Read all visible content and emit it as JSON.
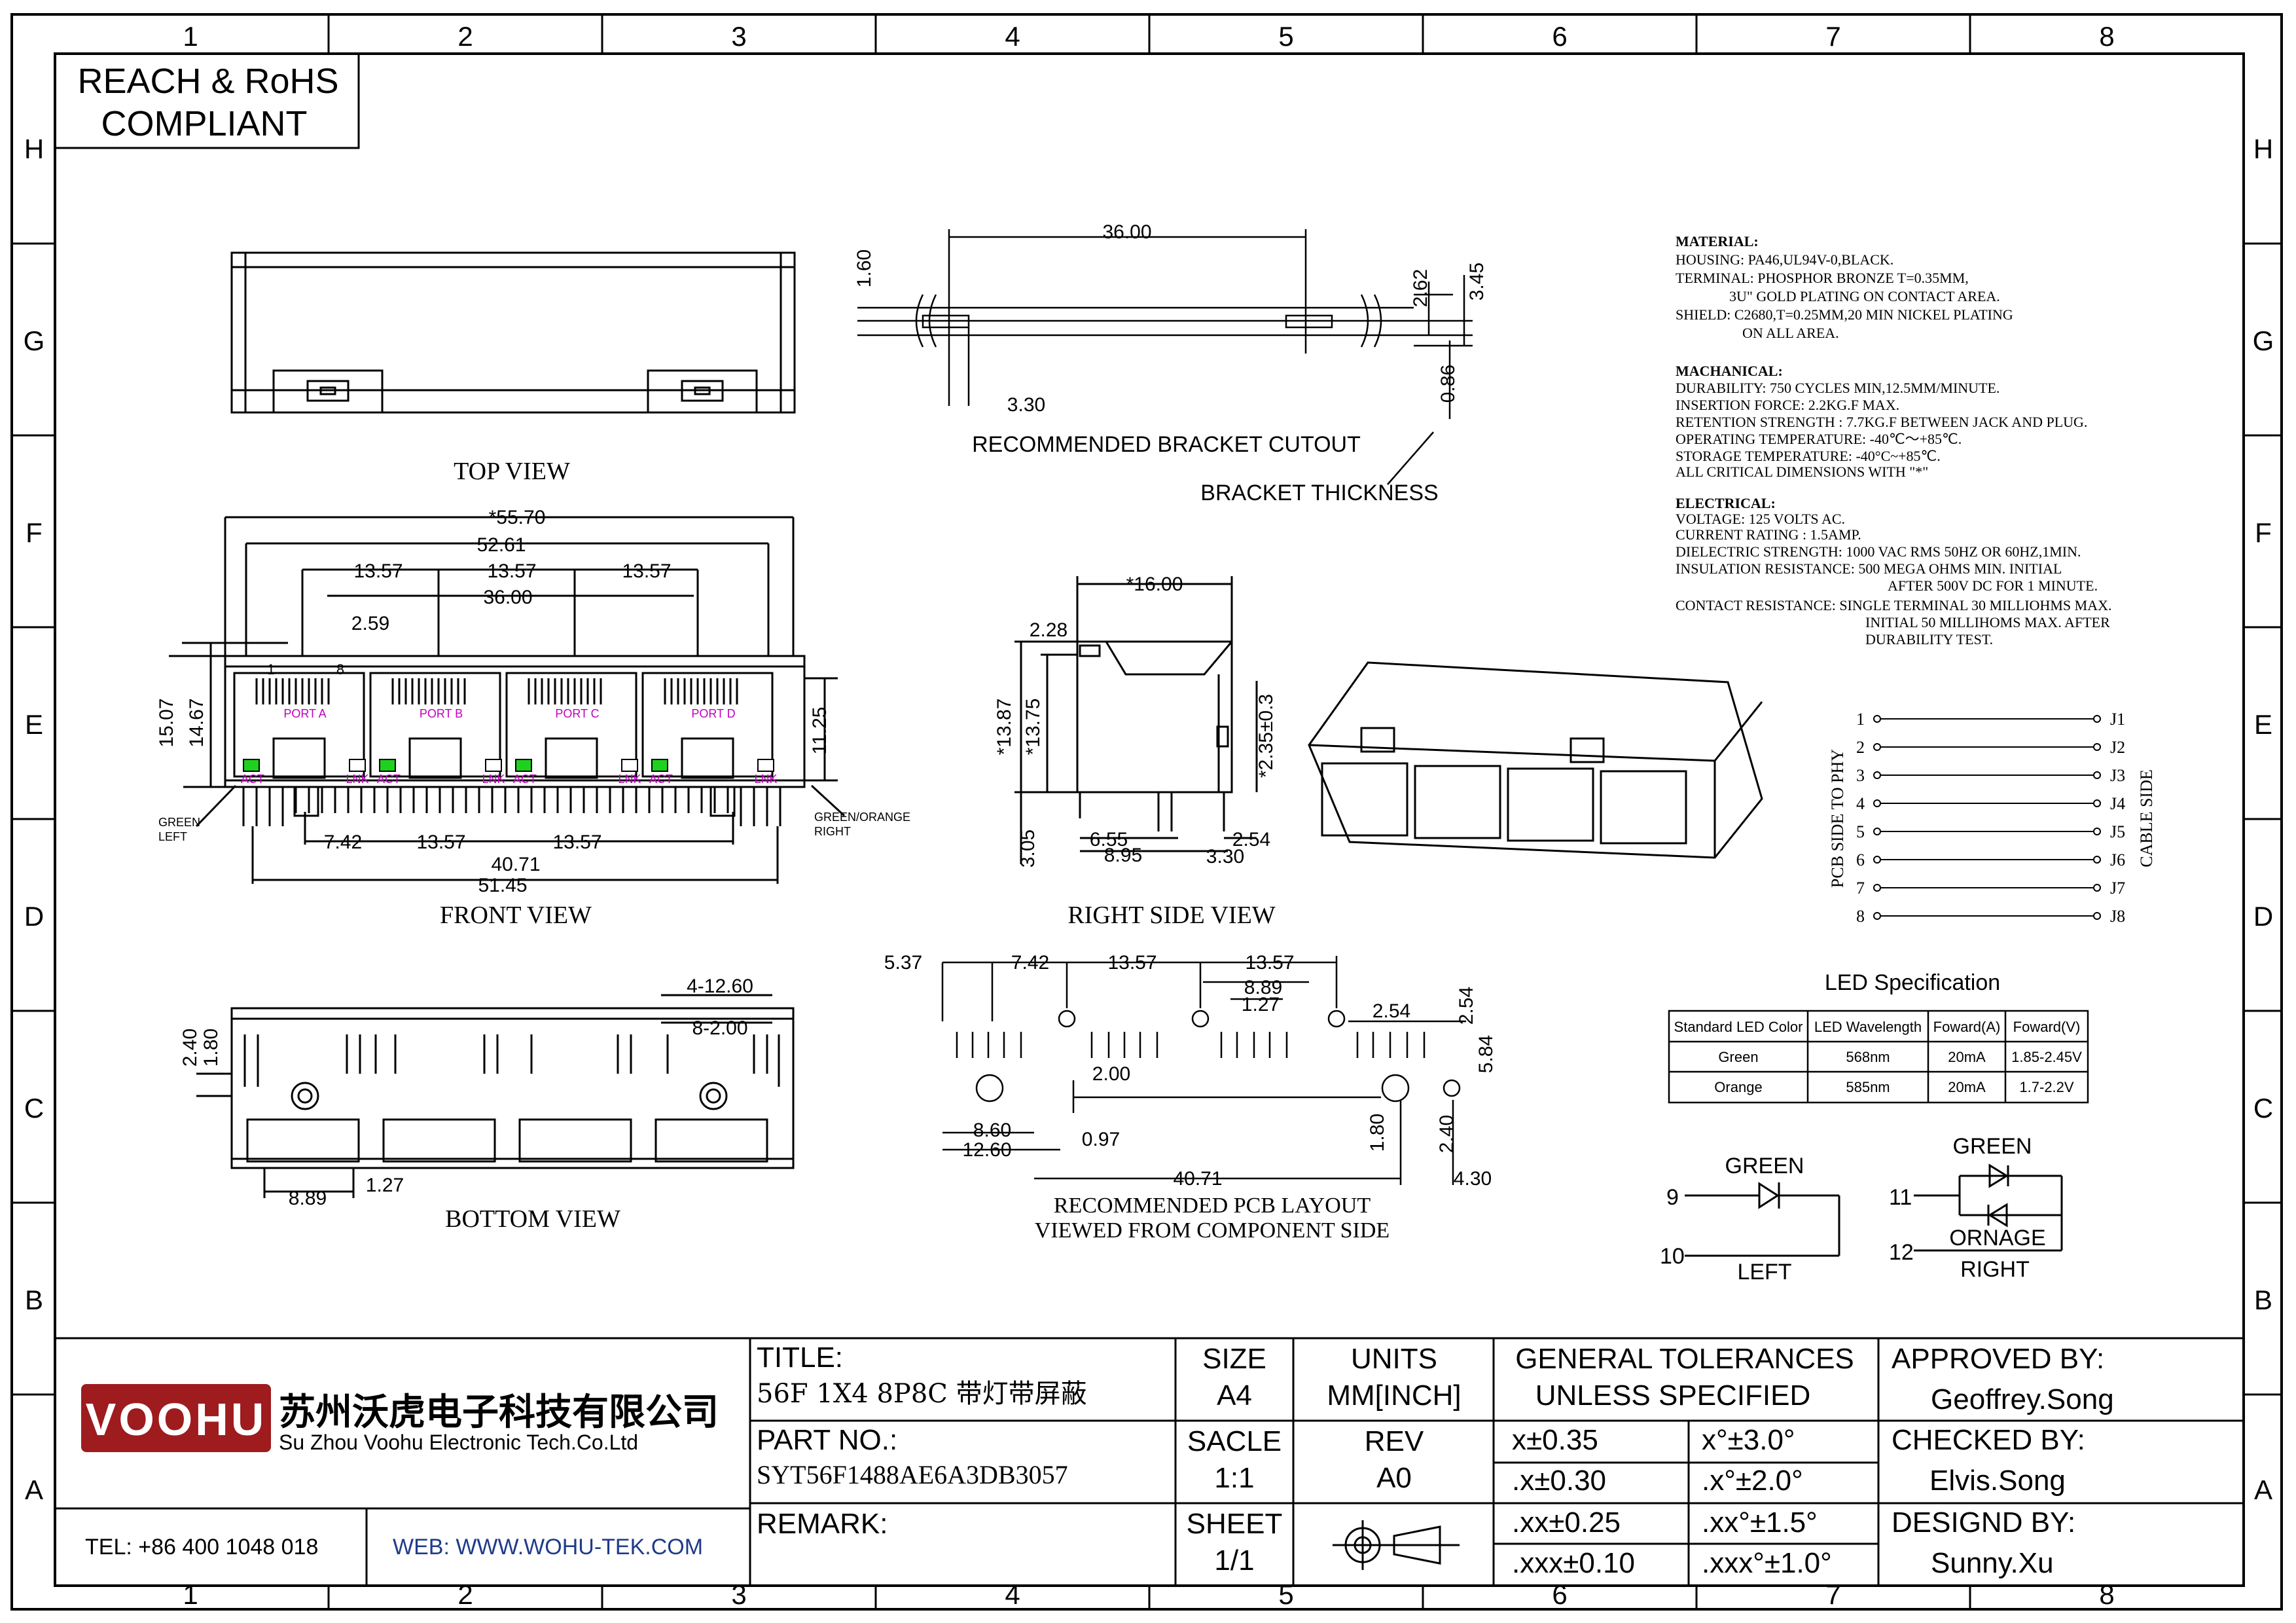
{
  "compliance": [
    "REACH & RoHS",
    "COMPLIANT"
  ],
  "grid": {
    "cols": [
      "1",
      "2",
      "3",
      "4",
      "5",
      "6",
      "7",
      "8"
    ],
    "rows": [
      "H",
      "G",
      "F",
      "E",
      "D",
      "C",
      "B",
      "A"
    ]
  },
  "views": {
    "top": "TOP VIEW",
    "front": "FRONT VIEW",
    "bottom": "BOTTOM VIEW",
    "right": "RIGHT SIDE VIEW",
    "bracket": "RECOMMENDED BRACKET CUTOUT",
    "bracket_thickness": "BRACKET THICKNESS",
    "pcb": [
      "RECOMMENDED PCB LAYOUT",
      "VIEWED FROM COMPONENT SIDE"
    ]
  },
  "dims": {
    "bracket": [
      "36.00",
      "1.60",
      "2.62",
      "3.45",
      "0.86",
      "3.30"
    ],
    "front": [
      "*55.70",
      "52.61",
      "13.57",
      "13.57",
      "13.57",
      "36.00",
      "2.59",
      "15.07",
      "14.67",
      "11.25",
      "7.42",
      "13.57",
      "13.57",
      "40.71",
      "51.45",
      "1",
      "8"
    ],
    "front_side": [
      "GREEN",
      "LEFT",
      "GREEN/ORANGE",
      "RIGHT"
    ],
    "port_labels": [
      "PORT A",
      "PORT B",
      "PORT C",
      "PORT D"
    ],
    "led_labels": [
      "ACT",
      "LNK"
    ],
    "right": [
      "*16.00",
      "2.28",
      "*13.87",
      "*13.75",
      "*2.35±0.3",
      "3.05",
      "6.55",
      "8.95",
      "3.30",
      "2.54"
    ],
    "bottom": [
      "4-12.60",
      "8-2.00",
      "2.40",
      "1.80",
      "8.89",
      "1.27"
    ],
    "pcb": [
      "5.37",
      "7.42",
      "13.57",
      "13.57",
      "8.89",
      "1.27",
      "2.54",
      "2.54",
      "5.84",
      "2.00",
      "8.60",
      "0.97",
      "12.60",
      "40.71",
      "4.30",
      "1.80",
      "2.40"
    ]
  },
  "material": {
    "title": "MATERIAL:",
    "lines": [
      "HOUSING: PA46,UL94V-0,BLACK.",
      "TERMINAL: PHOSPHOR BRONZE T=0.35MM,",
      "3U\" GOLD PLATING ON CONTACT AREA.",
      "SHIELD: C2680,T=0.25MM,20 MIN NICKEL PLATING",
      "ON ALL AREA."
    ]
  },
  "mechanical": {
    "title": "MACHANICAL:",
    "lines": [
      "DURABILITY: 750 CYCLES MIN,12.5MM/MINUTE.",
      "INSERTION FORCE: 2.2KG.F MAX.",
      "RETENTION STRENGTH : 7.7KG.F BETWEEN JACK AND PLUG.",
      "OPERATING TEMPERATURE: -40℃～+85℃.",
      "STORAGE TEMPERATURE: -40°C~+85℃.",
      "ALL CRITICAL DIMENSIONS WITH \"*\""
    ]
  },
  "electrical": {
    "title": "ELECTRICAL:",
    "lines": [
      "VOLTAGE: 125 VOLTS AC.",
      "CURRENT RATING : 1.5AMP.",
      "DIELECTRIC STRENGTH: 1000 VAC RMS 50HZ OR 60HZ,1MIN.",
      "INSULATION RESISTANCE: 500 MEGA OHMS MIN. INITIAL",
      "AFTER 500V DC FOR 1 MINUTE.",
      "CONTACT RESISTANCE: SINGLE TERMINAL 30 MILLIOHMS MAX.",
      "INITIAL 50 MILLIHOMS MAX. AFTER",
      "DURABILITY TEST."
    ]
  },
  "wiring": {
    "left_label": "PCB SIDE TO PHY",
    "right_label": "CABLE SIDE",
    "pins": [
      "1",
      "2",
      "3",
      "4",
      "5",
      "6",
      "7",
      "8"
    ],
    "jacks": [
      "J1",
      "J2",
      "J3",
      "J4",
      "J5",
      "J6",
      "J7",
      "J8"
    ]
  },
  "led_spec": {
    "title": "LED Specification",
    "headers": [
      "Standard LED Color",
      "LED Wavelength",
      "Foward(A)",
      "Foward(V)"
    ],
    "rows": [
      [
        "Green",
        "568nm",
        "20mA",
        "1.85-2.45V"
      ],
      [
        "Orange",
        "585nm",
        "20mA",
        "1.7-2.2V"
      ]
    ]
  },
  "led_schematic": {
    "left": {
      "color": "GREEN",
      "pins": [
        "9",
        "10"
      ],
      "side": "LEFT"
    },
    "right": {
      "colors": [
        "GREEN",
        "ORNAGE"
      ],
      "pins": [
        "11",
        "12"
      ],
      "side": "RIGHT"
    }
  },
  "title_block": {
    "company_logo": "VOOHU",
    "company_cn": "苏州沃虎电子科技有限公司",
    "company_en": "Su Zhou Voohu Electronic Tech.Co.Ltd",
    "tel": "TEL: +86 400 1048 018",
    "web": "WEB: WWW.WOHU-TEK.COM",
    "title_label": "TITLE:",
    "title_value": "56F  1X4  8P8C  带灯带屏蔽",
    "part_label": "PART NO.:",
    "part_value": "SYT56F1488AE6A3DB3057",
    "remark_label": "REMARK:",
    "size_label": "SIZE",
    "size_value": "A4",
    "units_label": "UNITS",
    "units_value": "MM[INCH]",
    "scale_label": "SACLE",
    "scale_value": "1:1",
    "rev_label": "REV",
    "rev_value": "A0",
    "sheet_label": "SHEET",
    "sheet_value": "1/1",
    "tol_title": [
      "GENERAL TOLERANCES",
      "UNLESS SPECIFIED"
    ],
    "tolerances": [
      [
        "x±0.35",
        "x°±3.0°"
      ],
      [
        ".x±0.30",
        ".x°±2.0°"
      ],
      [
        ".xx±0.25",
        ".xx°±1.5°"
      ],
      [
        ".xxx±0.10",
        ".xxx°±1.0°"
      ]
    ],
    "approved_label": "APPROVED BY:",
    "approved_value": "Geoffrey.Song",
    "checked_label": "CHECKED BY:",
    "checked_value": "Elvis.Song",
    "designed_label": "DESIGND BY:",
    "designed_value": "Sunny.Xu"
  },
  "colors": {
    "logo_red": "#9e1b1e",
    "led_green": "#1fd11f",
    "port_magenta": "#c000c0",
    "web_blue": "#1f3b8a"
  }
}
